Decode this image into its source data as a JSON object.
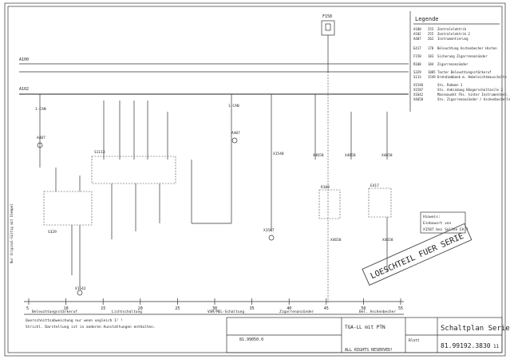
{
  "legend": {
    "title": "Legende",
    "items": [
      {
        "code": "A100",
        "num": "255",
        "text": "Zentralelektrik"
      },
      {
        "code": "A102",
        "num": "255",
        "text": "Zentralelektrik 2"
      },
      {
        "code": "A407",
        "num": "262",
        "text": "Instrumentierung"
      },
      {
        "code": "E417",
        "num": "178",
        "text": "Beleuchtung Aschenbecher Hinten"
      },
      {
        "code": "F158",
        "num": "183",
        "text": "Sicherung Zigarrenanzünder"
      },
      {
        "code": "R108",
        "num": "184",
        "text": "Zigarrenanzünder"
      },
      {
        "code": "S329",
        "num": "1085",
        "text": "Taster Beleuchtungsstärkeruf"
      },
      {
        "code": "S113",
        "num": "1549",
        "text": "Drehdimmbank m. Hebeleichtmauschalte"
      },
      {
        "code": "X1540",
        "num": "",
        "text": "Stv. Rahmen 1"
      },
      {
        "code": "X1587",
        "num": "",
        "text": "Stv. Anbindung Hängerschaltzeile 2"
      },
      {
        "code": "X1642",
        "num": "",
        "text": "Masseaunkt Fhs. hinter Instrumentent."
      },
      {
        "code": "X4658",
        "num": "",
        "text": "Stv. Zigarrenanzünder / Aschenbecherlek."
      }
    ]
  },
  "rails": {
    "top": "A100",
    "second": "A102"
  },
  "fuse_label": "F158",
  "labels": {
    "can1": "1-CAN",
    "can2": "1-CAN",
    "a407_1": "A407",
    "a407_2": "A407",
    "s1113": "S1113",
    "x1540": "X1540",
    "x1587": "X1587",
    "x4658_a": "X4658",
    "x4658_b": "X4658",
    "x4658_c": "X4658",
    "x4658_d": "X4658",
    "x4658_e": "X4658",
    "r108": "R108",
    "e417": "E417",
    "s329": "S329",
    "x1642": "X1642"
  },
  "hint": {
    "line1": "Hinweis:",
    "line2": "Einbauort von",
    "line3": "X1587 bei Sollen EA 1"
  },
  "stamp": "LOESCHTEIL FUER SERIE",
  "columns": [
    {
      "num": "5"
    },
    {
      "num": "10"
    },
    {
      "num": "15"
    },
    {
      "num": "20"
    },
    {
      "num": "25"
    },
    {
      "num": "30"
    },
    {
      "num": "35"
    },
    {
      "num": "40"
    },
    {
      "num": "45"
    },
    {
      "num": "50"
    },
    {
      "num": "55"
    }
  ],
  "sections": [
    {
      "label": "Beleuchtungsstärkeruf"
    },
    {
      "label": "Lichtschaltung"
    },
    {
      "label": "VSM/MEL-Schaltung"
    },
    {
      "label": "Zigarrenanzünder"
    },
    {
      "label": "Bel. Aschenbecher"
    }
  ],
  "notes": {
    "line1": "Querschnittsabweichung nur wenn ungleich 1² !",
    "line2": "Strichl. Darstellung ist in anderen Ausstattungen enthalten."
  },
  "title_block": {
    "variant": "TGA-LL mit PTN",
    "title": "Schaltplan Serie",
    "number": "81.99192.3830",
    "rev": "81.99050.0",
    "rights": "ALL RIGHTS RESERVED!",
    "sheet_label": "Blatt",
    "sheet_num": "11"
  },
  "side_text": "Nur Original-Gültig mit Stempel"
}
